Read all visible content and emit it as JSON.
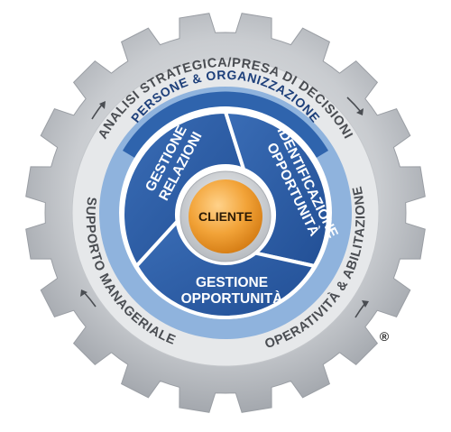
{
  "gear_labels": {
    "top": "ANALISI STRATEGICA/PRESA DI DECISIONI",
    "left": "SUPPORTO MANAGERIALE",
    "right": "OPERATIVITÀ & ABILITAZIONE"
  },
  "ring_label": "PERSONE & ORGANIZZAZIONE",
  "segments": {
    "relazioni": [
      "GESTIONE",
      "RELAZIONI"
    ],
    "identificazione": [
      "IDENTIFICAZIONE",
      "OPPORTUNITÀ"
    ],
    "opportunita": [
      "GESTIONE",
      "OPPORTUNITÀ"
    ]
  },
  "center_label": "CLIENTE",
  "registered_mark": "®",
  "colors": {
    "gear": "#b9bcc1",
    "gear_inner": "#dfe1e4",
    "ring_light": "#8fb3dd",
    "ring_dark": "#2f64ad",
    "segment": "#2a5ba3",
    "segment_border": "#ffffff",
    "center": "#f2a338",
    "center_ring": "#d9dbde"
  },
  "icons": [
    "arrow-cw-icon",
    "arrow-ccw-icon"
  ]
}
